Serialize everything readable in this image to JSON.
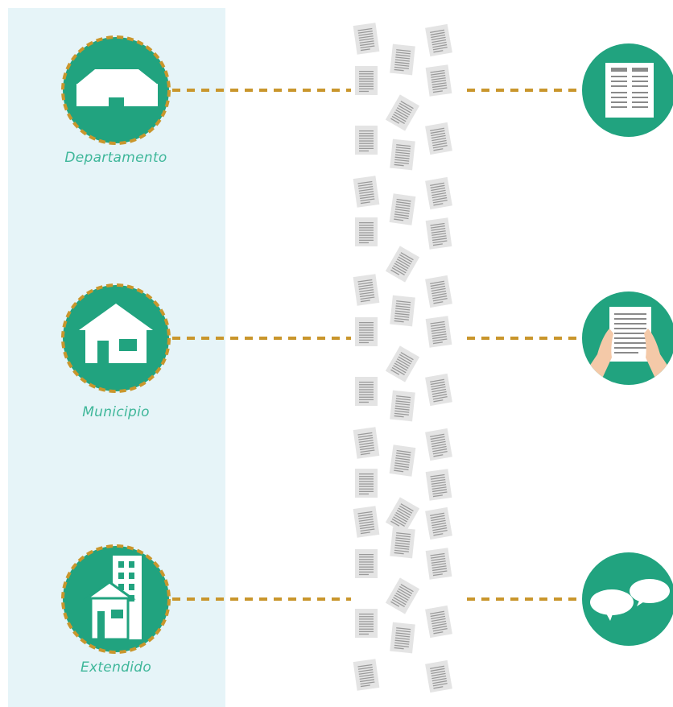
{
  "colors": {
    "panel": "#e6f4f8",
    "circle": "#21a37f",
    "dash": "#c9962c",
    "paper": "#e4e4e4",
    "paper_lines": "#9a9a9a",
    "label": "#3fb79a"
  },
  "levels": [
    {
      "label": "Departamento",
      "icon": "house-flat-roof-icon",
      "target_icon": "newspaper-icon"
    },
    {
      "label": "Municipio",
      "icon": "house-gabled-icon",
      "target_icon": "hands-holding-document-icon"
    },
    {
      "label": "Extendido",
      "icon": "building-with-house-icon",
      "target_icon": "speech-bubbles-icon"
    }
  ],
  "decor": {
    "scatter_icon": "document-page-icon"
  }
}
